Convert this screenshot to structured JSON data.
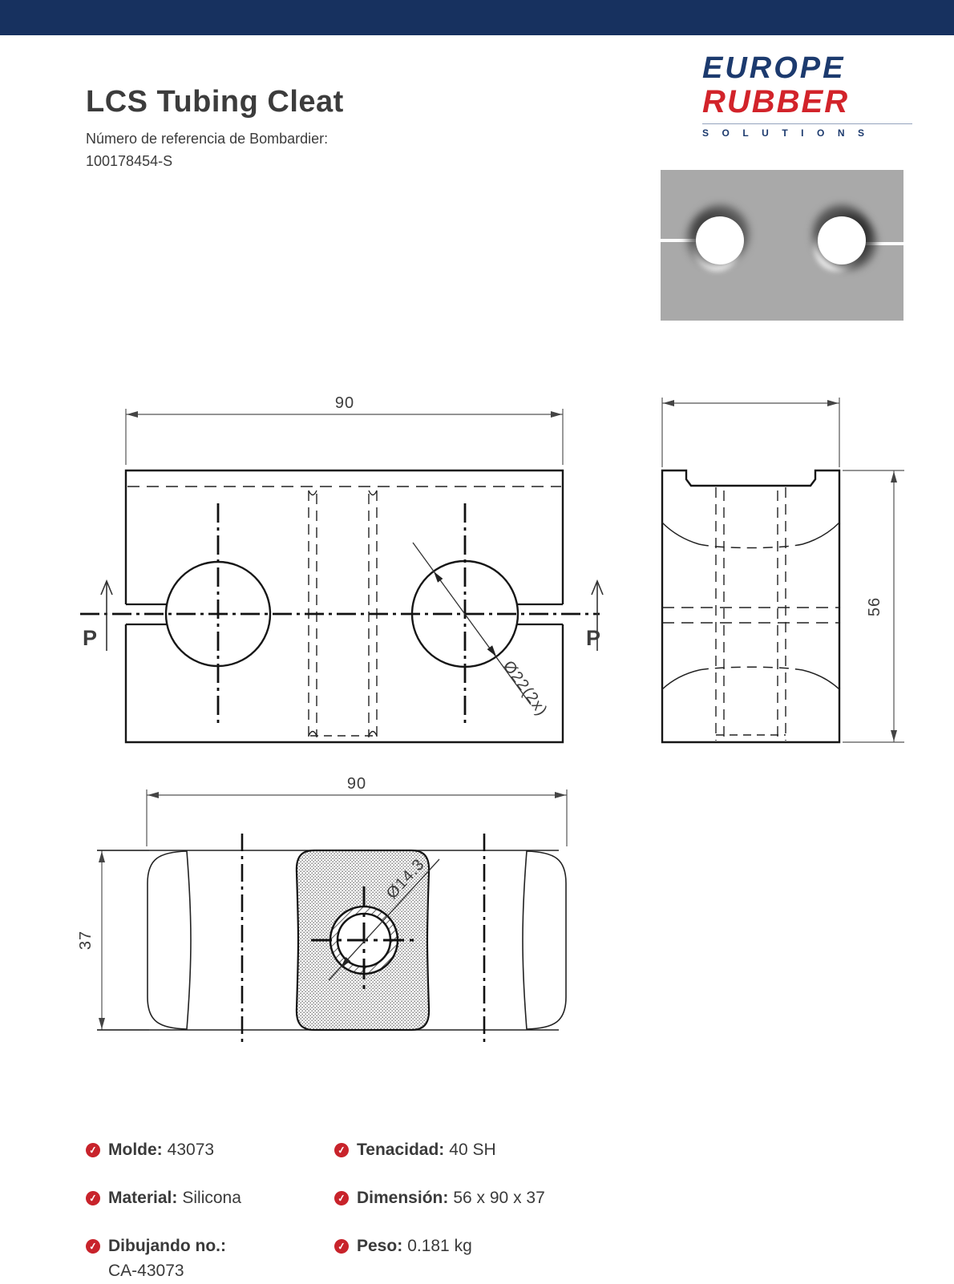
{
  "top_bar": {
    "color": "#17315f"
  },
  "title_block": {
    "title": "LCS Tubing Cleat",
    "subtitle_line1": "Número de referencia de Bombardier:",
    "subtitle_line2": "100178454-S"
  },
  "logo": {
    "word1": "EUROPE",
    "word2": "RUBBER",
    "word3": "SOLUTIONS",
    "navy": "#1c3a6e",
    "red": "#d2232a"
  },
  "drawings": {
    "front_view": {
      "width_dim": "90",
      "hole_callout": "Ø22(2x)",
      "section_label_left": "P",
      "section_label_right": "P"
    },
    "side_view": {
      "height_dim": "56"
    },
    "bottom_view": {
      "width_dim": "90",
      "depth_dim": "37",
      "hole_callout": "Ø14.3"
    }
  },
  "specs": {
    "badge_color": "#c8232b",
    "items": [
      {
        "label": "Molde:",
        "value": "43073"
      },
      {
        "label": "Material:",
        "value": "Silicona"
      },
      {
        "label": "Dibujando no.:",
        "value": "CA-43073"
      },
      {
        "label": "Tenacidad:",
        "value": "40 SH"
      },
      {
        "label": "Dimensión:",
        "value": "56 x 90 x 37"
      },
      {
        "label": "Peso:",
        "value": "0.181 kg"
      }
    ]
  }
}
